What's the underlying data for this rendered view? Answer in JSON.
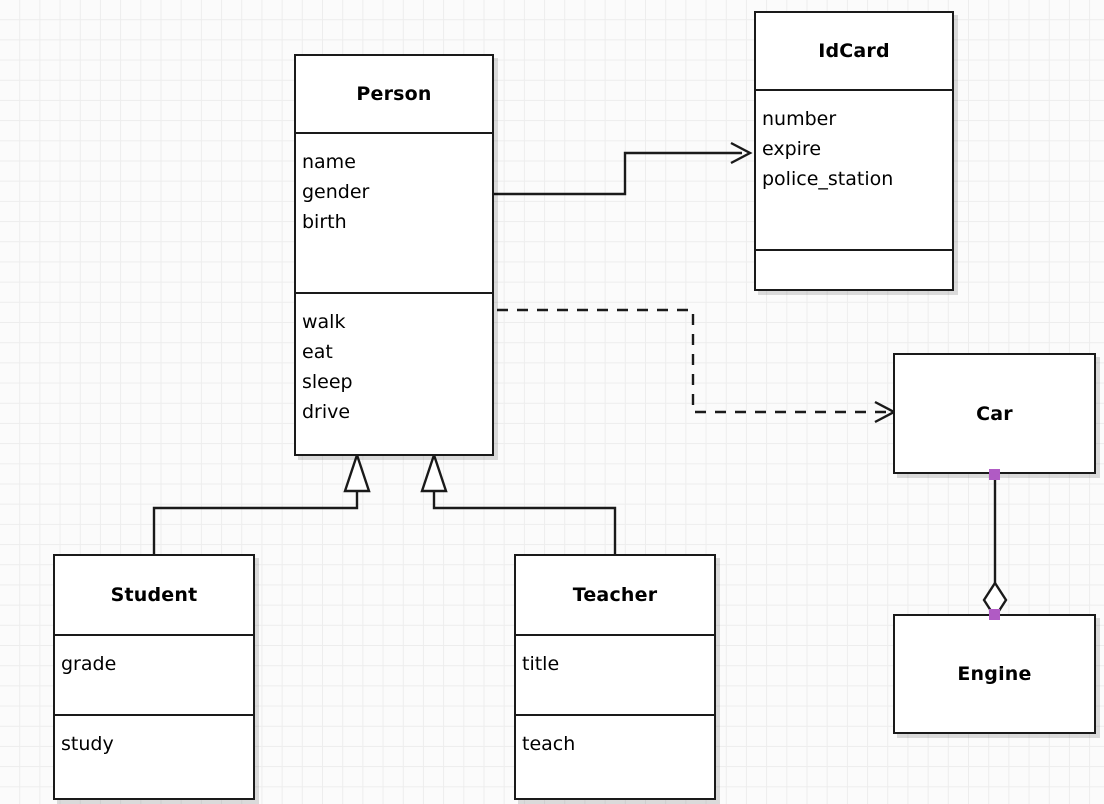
{
  "diagram": {
    "kind": "uml-class-diagram",
    "background": {
      "fill": "#fbfbfb",
      "grid_color": "#ededed",
      "grid_size": 20
    },
    "stroke_color": "#1a1a1a",
    "port_color": "#b05bc4"
  },
  "classes": {
    "person": {
      "name": "Person",
      "attributes": [
        "name",
        "gender",
        "birth"
      ],
      "operations": [
        "walk",
        "eat",
        "sleep",
        "drive"
      ]
    },
    "idcard": {
      "name": "IdCard",
      "attributes": [
        "number",
        "expire",
        "police_station"
      ],
      "operations": []
    },
    "student": {
      "name": "Student",
      "attributes": [
        "grade"
      ],
      "operations": [
        "study"
      ]
    },
    "teacher": {
      "name": "Teacher",
      "attributes": [
        "title"
      ],
      "operations": [
        "teach"
      ]
    },
    "car": {
      "name": "Car"
    },
    "engine": {
      "name": "Engine"
    }
  },
  "relationships": [
    {
      "id": "person-idcard",
      "type": "association",
      "line": "solid",
      "arrow": "open",
      "from": "Person",
      "to": "IdCard"
    },
    {
      "id": "person-car",
      "type": "dependency",
      "line": "dashed",
      "arrow": "open",
      "from": "Person",
      "to": "Car"
    },
    {
      "id": "student-person",
      "type": "generalization",
      "line": "solid",
      "arrow": "hollow-triangle",
      "from": "Student",
      "to": "Person"
    },
    {
      "id": "teacher-person",
      "type": "generalization",
      "line": "solid",
      "arrow": "hollow-triangle",
      "from": "Teacher",
      "to": "Person"
    },
    {
      "id": "car-engine",
      "type": "aggregation",
      "line": "solid",
      "arrow": "hollow-diamond",
      "from": "Car",
      "to": "Engine"
    }
  ]
}
